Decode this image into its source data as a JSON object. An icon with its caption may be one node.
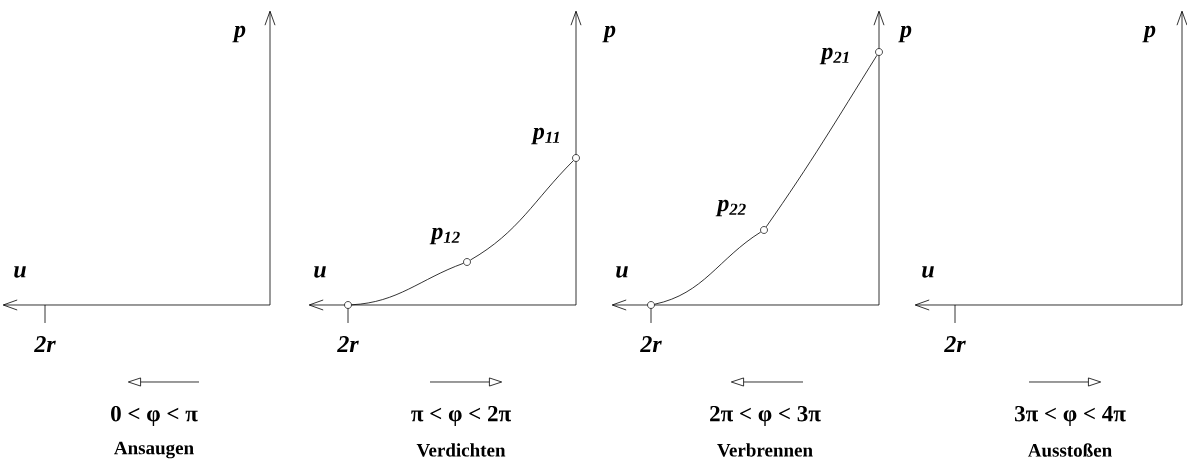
{
  "diagram": {
    "nodes": [
      {
        "text": [],
        "shape": "circle"
      },
      {
        "text": [],
        "shape": "circle",
        "beside": [
          "p$_{12}$"
        ]
      },
      {
        "text": [],
        "shape": "circle",
        "beside": [
          "p$_{11}$"
        ]
      },
      {
        "text": [],
        "shape": "circle"
      },
      {
        "text": [],
        "shape": "circle",
        "beside": [
          "p$_{22}$"
        ]
      },
      {
        "text": [],
        "shape": "circle",
        "beside": [
          "p$_{21}$"
        ]
      }
    ],
    "edges": [
      {
        "from": 0,
        "to": 1,
        "arrow": "none"
      },
      {
        "from": 1,
        "to": 2,
        "arrow": "none"
      },
      {
        "from": 3,
        "to": 4,
        "arrow": "none"
      },
      {
        "from": 4,
        "to": 5,
        "arrow": "none"
      }
    ],
    "labels": [
      "p",
      "u",
      "2r",
      "0 < φ < π",
      "Ansaugen",
      "p",
      "u",
      "2r",
      "π < φ < 2π",
      "Verdichten",
      "p",
      "u",
      "2r",
      "2π < φ < 3π",
      "Verbrennen",
      "p",
      "u",
      "2r",
      "3π < φ < 4π",
      "Ausstoßen"
    ]
  }
}
